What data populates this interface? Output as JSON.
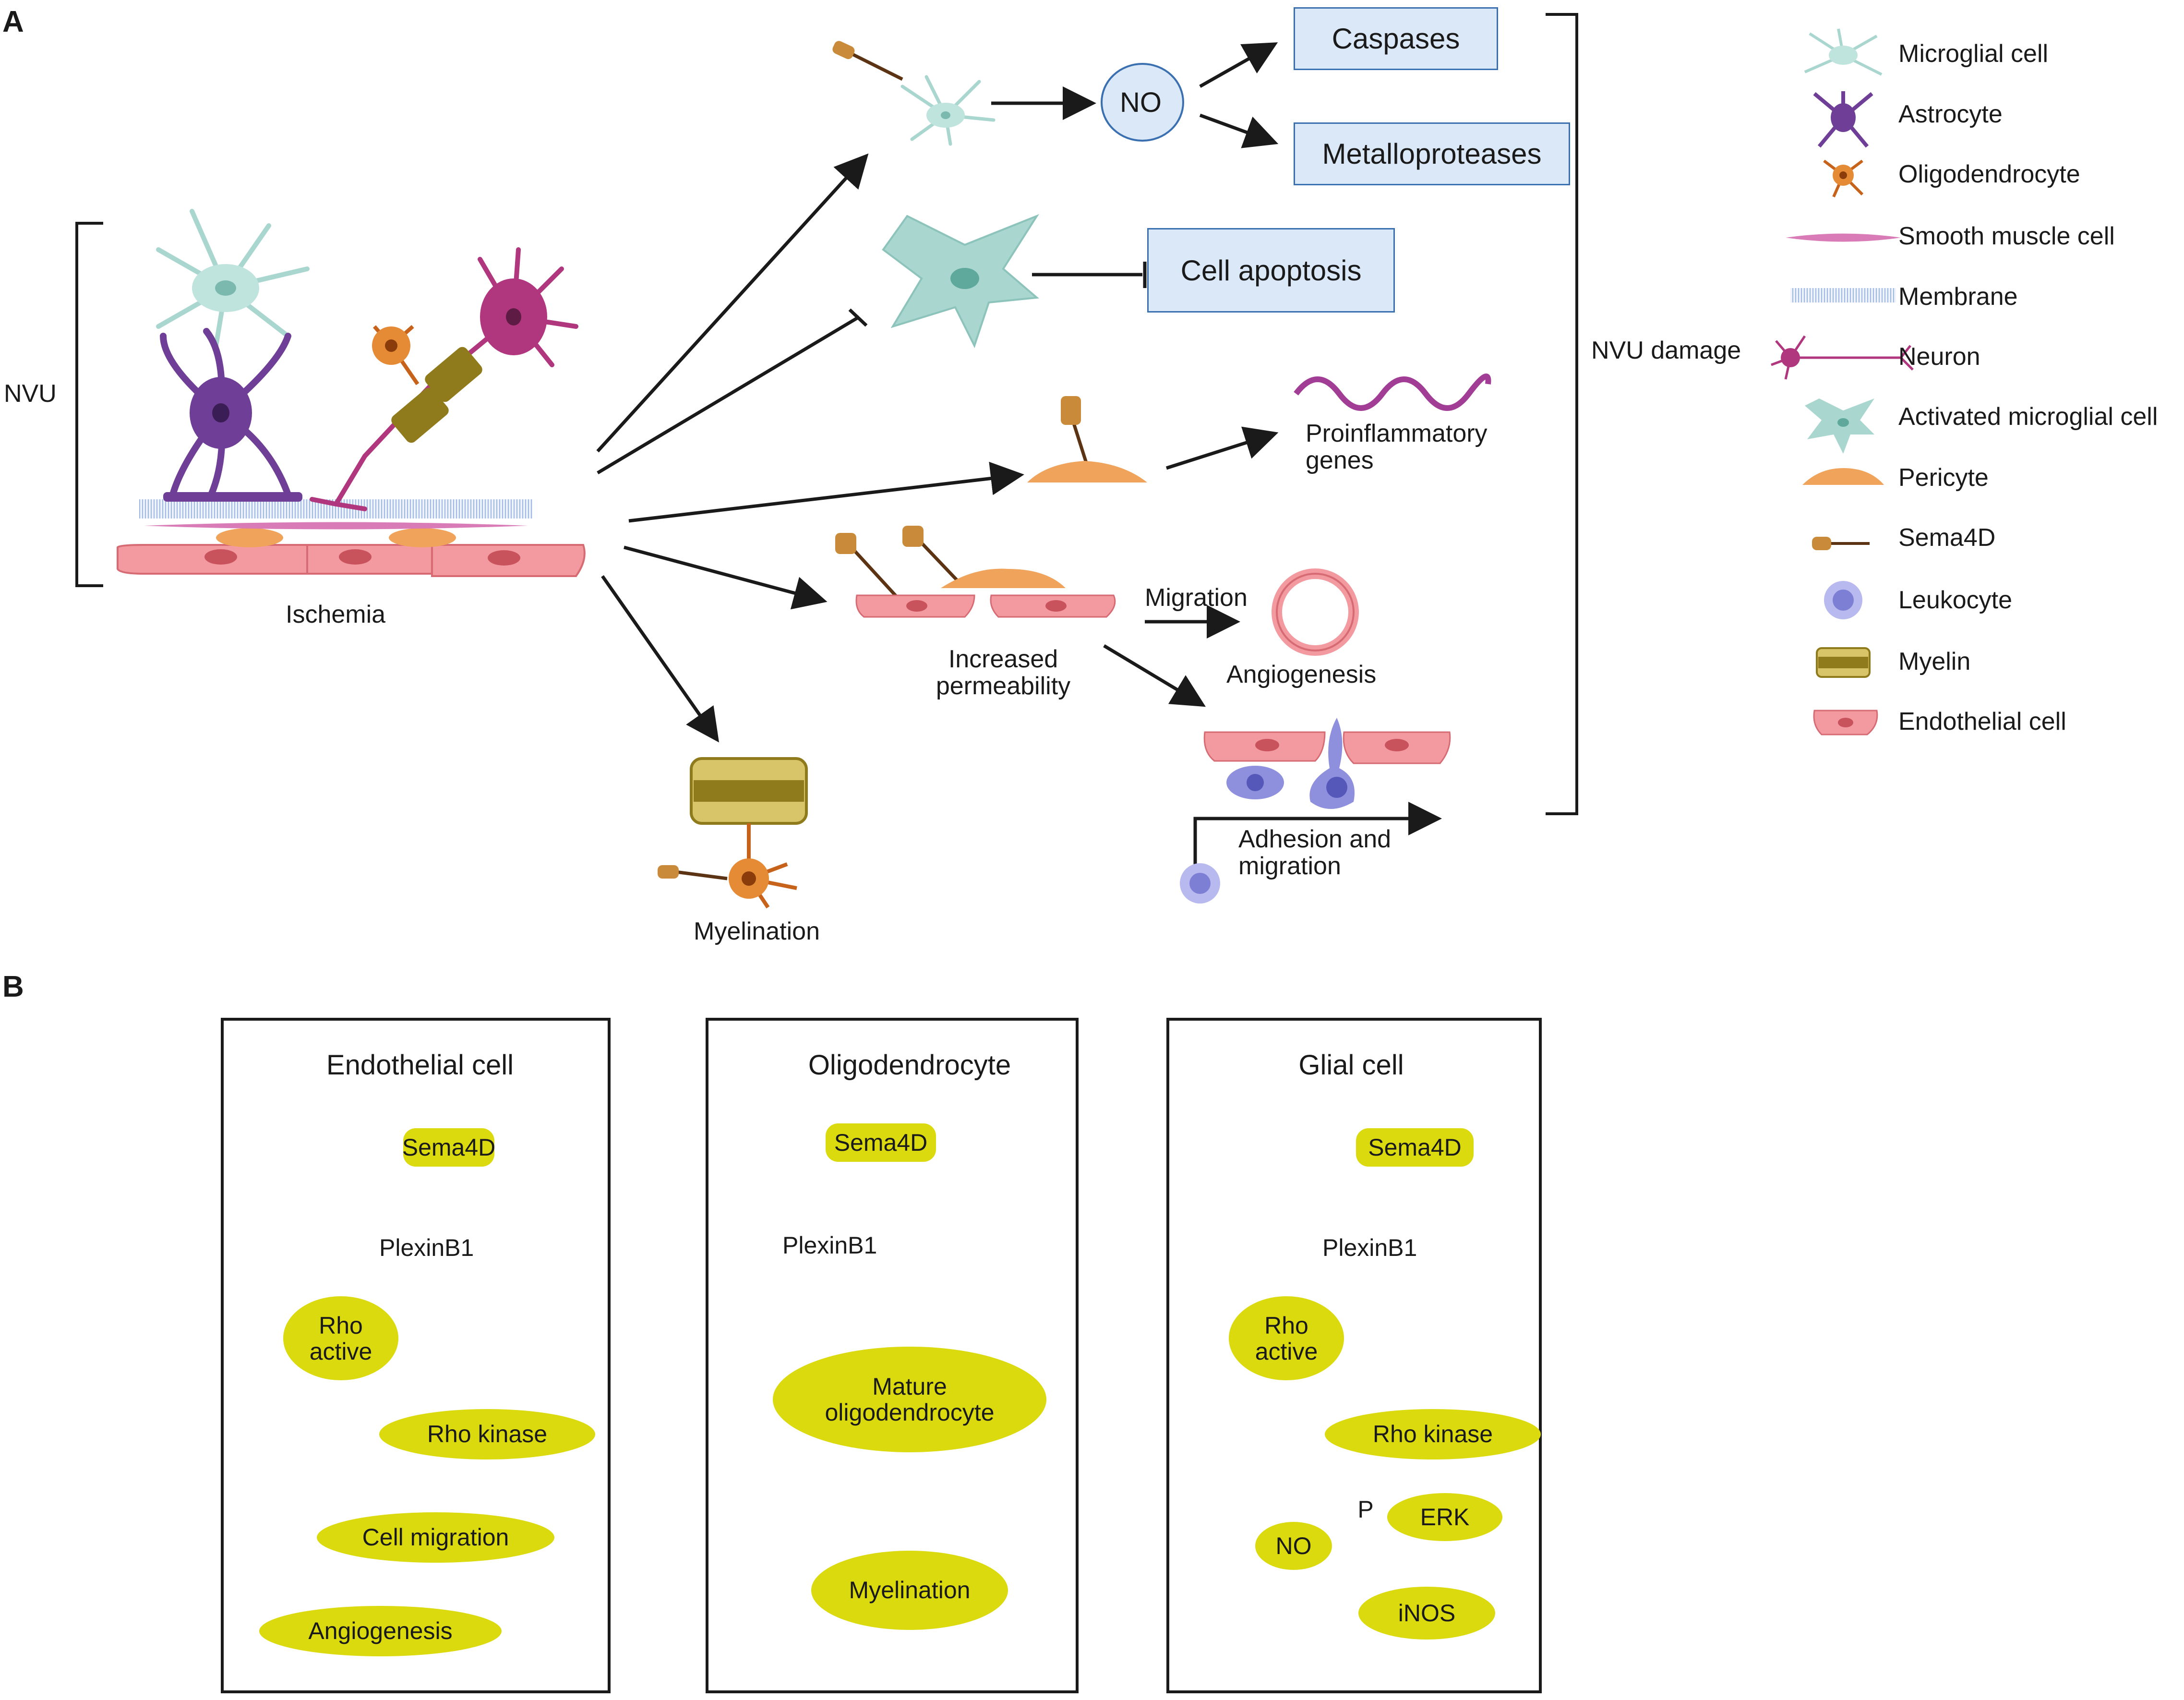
{
  "panel_a": {
    "letter": "A",
    "nvu_label": "NVU",
    "ischemia_label": "Ischemia",
    "no_label": "NO",
    "caspases_label": "Caspases",
    "metalloproteases_label": "Metalloproteases",
    "cell_apoptosis_label": "Cell apoptosis",
    "proinflammatory_label": "Proinflammatory\ngenes",
    "increased_permeability_label": "Increased\npermeability",
    "migration_label": "Migration",
    "angiogenesis_label": "Angiogenesis",
    "adhesion_label": "Adhesion and\nmigration",
    "myelination_label": "Myelination",
    "nvu_damage_label": "NVU damage"
  },
  "legend": {
    "items": [
      {
        "label": "Microglial cell",
        "icon": "microglial-cell-icon",
        "color": "#a9d6cf"
      },
      {
        "label": "Astrocyte",
        "icon": "astrocyte-icon",
        "color": "#6f3f97"
      },
      {
        "label": "Oligodendrocyte",
        "icon": "oligodendrocyte-icon",
        "color": "#c7621a"
      },
      {
        "label": "Smooth muscle cell",
        "icon": "smooth-muscle-cell-icon",
        "color": "#d97bb6"
      },
      {
        "label": "Membrane",
        "icon": "membrane-icon",
        "color": "#8a8fd0"
      },
      {
        "label": "Neuron",
        "icon": "neuron-icon",
        "color": "#b0367e"
      },
      {
        "label": "Activated microglial cell",
        "icon": "activated-microglial-cell-icon",
        "color": "#9fd8cf"
      },
      {
        "label": "Pericyte",
        "icon": "pericyte-icon",
        "color": "#f0a35a"
      },
      {
        "label": "Sema4D",
        "icon": "sema4d-icon",
        "color": "#9a5a1d"
      },
      {
        "label": "Leukocyte",
        "icon": "leukocyte-icon",
        "color": "#7d7fd4"
      },
      {
        "label": "Myelin",
        "icon": "myelin-icon",
        "color": "#8f7a1c"
      },
      {
        "label": "Endothelial cell",
        "icon": "endothelial-cell-icon",
        "color": "#f29aa0"
      }
    ]
  },
  "panel_b": {
    "letter": "B",
    "endothelial": {
      "title": "Endothelial cell",
      "sema4d": "Sema4D",
      "plexin": "PlexinB1",
      "rho_active": "Rho\nactive",
      "rho_kinase": "Rho kinase",
      "cell_migration": "Cell migration",
      "angiogenesis": "Angiogenesis"
    },
    "oligodendrocyte": {
      "title": "Oligodendrocyte",
      "sema4d": "Sema4D",
      "plexin": "PlexinB1",
      "mature": "Mature\noligodendrocyte",
      "myelination": "Myelination"
    },
    "glial": {
      "title": "Glial cell",
      "sema4d": "Sema4D",
      "plexin": "PlexinB1",
      "rho_active": "Rho\nactive",
      "rho_kinase": "Rho kinase",
      "p": "P",
      "erk": "ERK",
      "no": "NO",
      "inos": "iNOS"
    }
  },
  "colors": {
    "box_fill": "#dbe8f7",
    "box_border": "#3a6fb0",
    "pathway_oval": "#dada0f",
    "membrane": "#9db7e0",
    "endothelial": "#f29aa0",
    "pericyte": "#f0a35a",
    "microglia": "#a9d6cf",
    "astrocyte": "#6f3f97",
    "neuron": "#b0367e",
    "myelin": "#8f7a1c",
    "leukocyte": "#7d7fd4"
  }
}
